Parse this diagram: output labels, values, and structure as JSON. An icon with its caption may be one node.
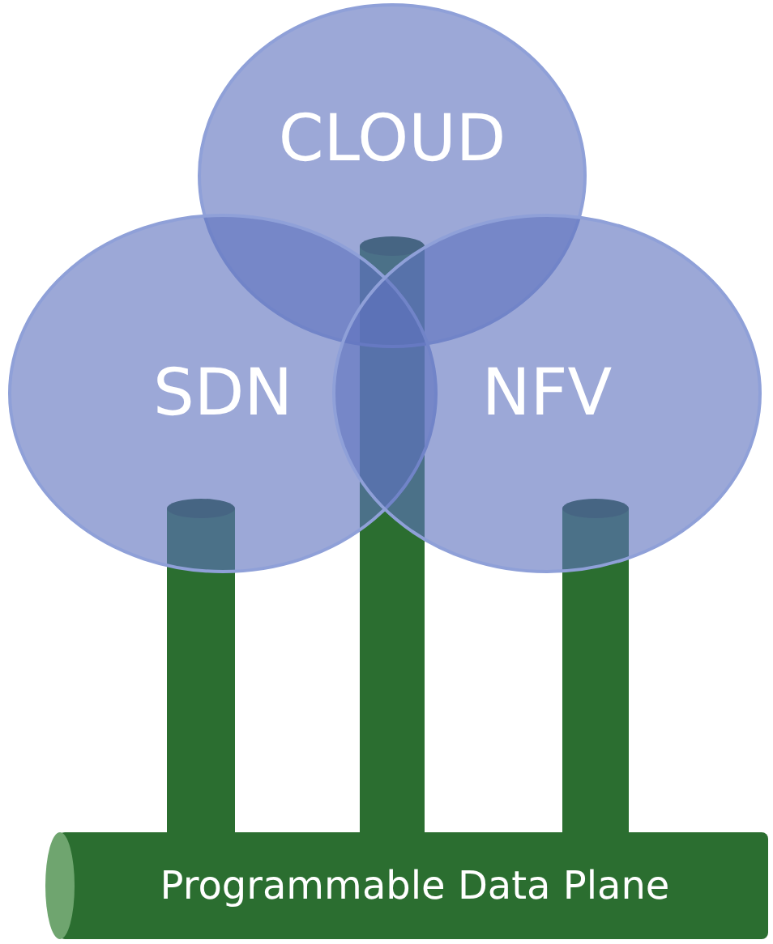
{
  "diagram": {
    "nodes": [
      {
        "text": [
          "CLOUD"
        ]
      },
      {
        "text": [
          "SDN"
        ]
      },
      {
        "text": [
          "NFV"
        ]
      },
      {
        "text": [],
        "shape": "cylinder"
      },
      {
        "text": [],
        "shape": "cylinder"
      },
      {
        "text": [],
        "shape": "cylinder"
      },
      {
        "text": [
          "Programmable Data Plane"
        ]
      }
    ]
  }
}
